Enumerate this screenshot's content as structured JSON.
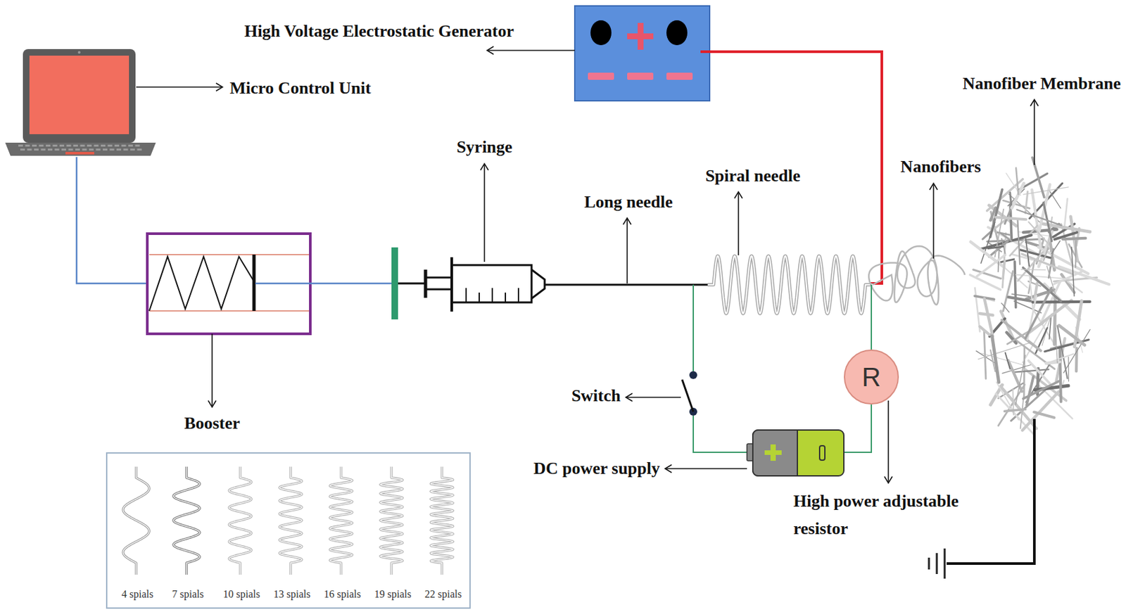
{
  "diagram": {
    "nodes": [
      {
        "text": [
          "R"
        ]
      },
      {
        "text": [
          "4 spials",
          "7 spials",
          "10 spials",
          "13 spials",
          "16 spials",
          "19 spials",
          "22 spials"
        ]
      }
    ],
    "labels": [
      "High Voltage Electrostatic Generator",
      "Micro Control Unit",
      "Syringe",
      "Long needle",
      "Spiral needle",
      "Nanofibers",
      "Nanofiber Membrane",
      "Booster",
      "Switch",
      "DC power supply",
      "High power adjustable resistor"
    ]
  }
}
